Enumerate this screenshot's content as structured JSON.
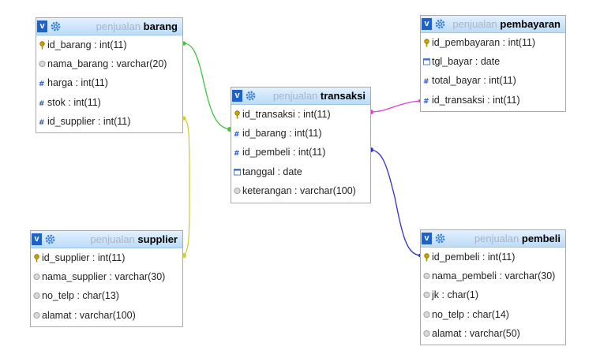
{
  "colors": {
    "barang_link": "#3fc43f",
    "supplier_link": "#d4cf2a",
    "pembayaran_link": "#e040d0",
    "pembeli_link": "#3030d0"
  },
  "tables": {
    "barang": {
      "db": "penjualan",
      "name": "barang",
      "columns": [
        {
          "text": "id_barang : int(11)",
          "icon": "key-icon"
        },
        {
          "text": "nama_barang : varchar(20)",
          "icon": "text-field-icon"
        },
        {
          "text": "harga : int(11)",
          "icon": "number-field-icon"
        },
        {
          "text": "stok : int(11)",
          "icon": "number-field-icon"
        },
        {
          "text": "id_supplier : int(11)",
          "icon": "number-field-icon"
        }
      ]
    },
    "transaksi": {
      "db": "penjualan",
      "name": "transaksi",
      "columns": [
        {
          "text": "id_transaksi : int(11)",
          "icon": "key-icon"
        },
        {
          "text": "id_barang : int(11)",
          "icon": "number-field-icon"
        },
        {
          "text": "id_pembeli : int(11)",
          "icon": "number-field-icon"
        },
        {
          "text": "tanggal : date",
          "icon": "date-field-icon"
        },
        {
          "text": "keterangan : varchar(100)",
          "icon": "text-field-icon"
        }
      ]
    },
    "pembayaran": {
      "db": "penjualan",
      "name": "pembayaran",
      "columns": [
        {
          "text": "id_pembayaran : int(11)",
          "icon": "key-icon"
        },
        {
          "text": "tgl_bayar : date",
          "icon": "date-field-icon"
        },
        {
          "text": "total_bayar : int(11)",
          "icon": "number-field-icon"
        },
        {
          "text": "id_transaksi : int(11)",
          "icon": "number-field-icon"
        }
      ]
    },
    "supplier": {
      "db": "penjualan",
      "name": "supplier",
      "columns": [
        {
          "text": "id_supplier : int(11)",
          "icon": "key-icon"
        },
        {
          "text": "nama_supplier : varchar(30)",
          "icon": "text-field-icon"
        },
        {
          "text": "no_telp : char(13)",
          "icon": "text-field-icon"
        },
        {
          "text": "alamat : varchar(100)",
          "icon": "text-field-icon"
        }
      ]
    },
    "pembeli": {
      "db": "penjualan",
      "name": "pembeli",
      "columns": [
        {
          "text": "id_pembeli : int(11)",
          "icon": "key-icon"
        },
        {
          "text": "nama_pembeli : varchar(30)",
          "icon": "text-field-icon"
        },
        {
          "text": "jk : char(1)",
          "icon": "text-field-icon"
        },
        {
          "text": "no_telp : char(14)",
          "icon": "text-field-icon"
        },
        {
          "text": "alamat : varchar(50)",
          "icon": "text-field-icon"
        }
      ]
    }
  }
}
